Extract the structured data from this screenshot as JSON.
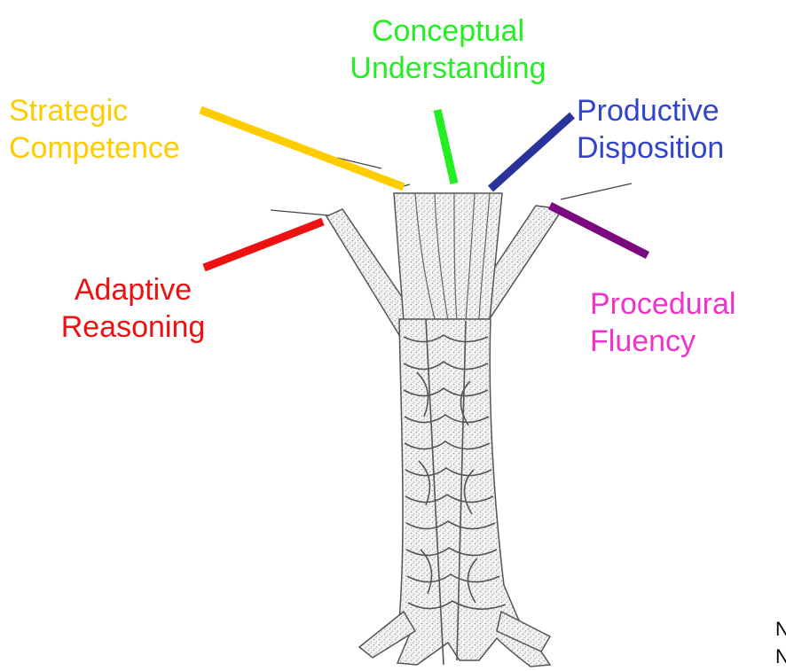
{
  "strands": [
    {
      "key": "conceptual",
      "line1": "Conceptual",
      "line2": "Understanding",
      "color": "#22ee22"
    },
    {
      "key": "strategic",
      "line1": "Strategic",
      "line2": "Competence",
      "color": "#ffcc00"
    },
    {
      "key": "productive",
      "line1": "Productive",
      "line2": "Disposition",
      "color": "#3344cc"
    },
    {
      "key": "adaptive",
      "line1": "Adaptive",
      "line2": "Reasoning",
      "color": "#ee1111"
    },
    {
      "key": "procedural",
      "line1": "Procedural",
      "line2": "Fluency",
      "color": "#ee33cc"
    }
  ],
  "pointer_colors": {
    "strategic": "#ffcc00",
    "conceptual": "#22ee22",
    "productive": "#2a3399",
    "adaptive": "#ee1111",
    "procedural": "#7a0a80"
  },
  "cut_off_text": [
    "N",
    "N"
  ]
}
